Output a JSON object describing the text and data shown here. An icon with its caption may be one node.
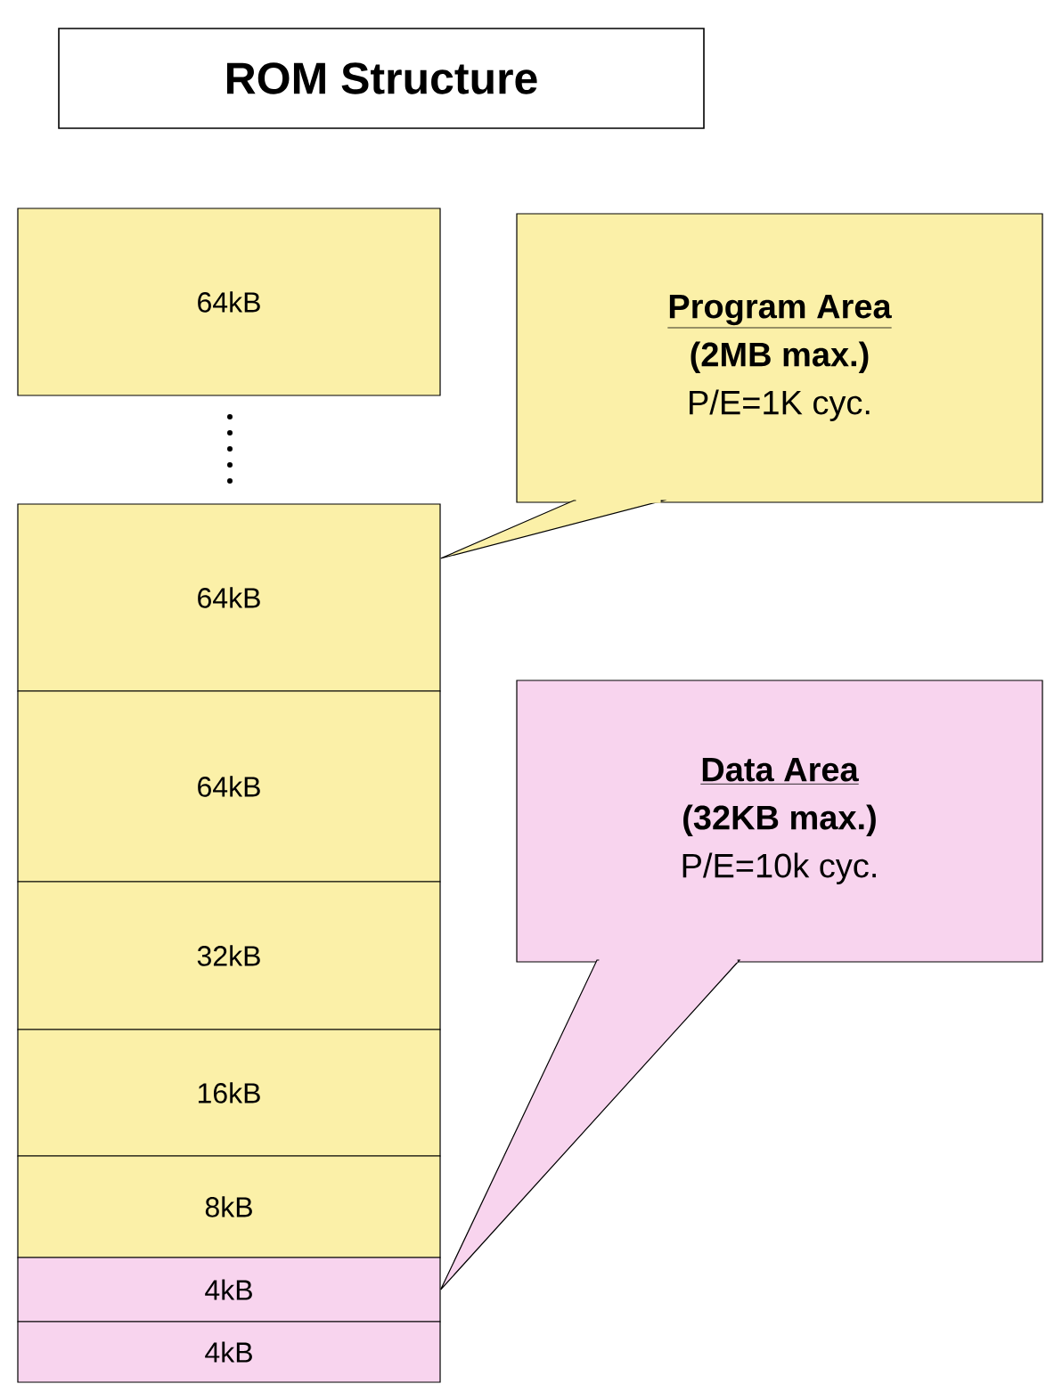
{
  "diagram": {
    "title": "ROM Structure",
    "nodes": [
      {
        "text": [
          "64kB"
        ]
      },
      {
        "text": [
          "64kB"
        ]
      },
      {
        "text": [
          "64kB"
        ]
      },
      {
        "text": [
          "32kB"
        ]
      },
      {
        "text": [
          "16kB"
        ]
      },
      {
        "text": [
          "8kB"
        ]
      },
      {
        "text": [
          "4kB"
        ]
      },
      {
        "text": [
          "4kB"
        ]
      },
      {
        "text": [
          "Program Area",
          "(2MB max.)",
          "P/E=1K cyc."
        ]
      },
      {
        "text": [
          "Data Area",
          "(32KB max.)",
          "P/E=10k cyc."
        ]
      }
    ],
    "edges": [
      {
        "from": 8,
        "to": 1,
        "arrow": "none"
      },
      {
        "from": 9,
        "to": 6,
        "arrow": "none"
      }
    ]
  }
}
